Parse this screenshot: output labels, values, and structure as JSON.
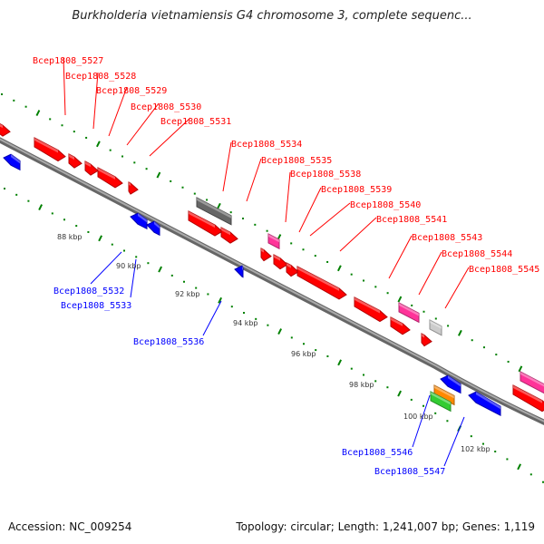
{
  "title": "Burkholderia vietnamiensis G4 chromosome 3, complete sequenc...",
  "footer": {
    "accession": "Accession: NC_009254",
    "summary": "Topology: circular; Length: 1,241,007 bp; Genes: 1,119"
  },
  "colors": {
    "forward_gene": "#ff0000",
    "reverse_gene": "#0000ff",
    "backbone": "#888888",
    "tick": "#008000",
    "pseudo_gray": "#666666",
    "light_gray": "#cccccc",
    "pink": "#ff3399",
    "orange": "#ff8800",
    "green": "#33cc33"
  },
  "ruler_labels": [
    "88 kbp",
    "90 kbp",
    "92 kbp",
    "94 kbp",
    "96 kbp",
    "98 kbp",
    "100 kbp",
    "102 kbp"
  ],
  "forward_labels": [
    "Bcep1808_5527",
    "Bcep1808_5528",
    "Bcep1808_5529",
    "Bcep1808_5530",
    "Bcep1808_5531",
    "Bcep1808_5534",
    "Bcep1808_5535",
    "Bcep1808_5538",
    "Bcep1808_5539",
    "Bcep1808_5540",
    "Bcep1808_5541",
    "Bcep1808_5543",
    "Bcep1808_5544",
    "Bcep1808_5545"
  ],
  "reverse_labels": [
    "Bcep1808_5532",
    "Bcep1808_5533",
    "Bcep1808_5536",
    "Bcep1808_5546",
    "Bcep1808_5547"
  ]
}
